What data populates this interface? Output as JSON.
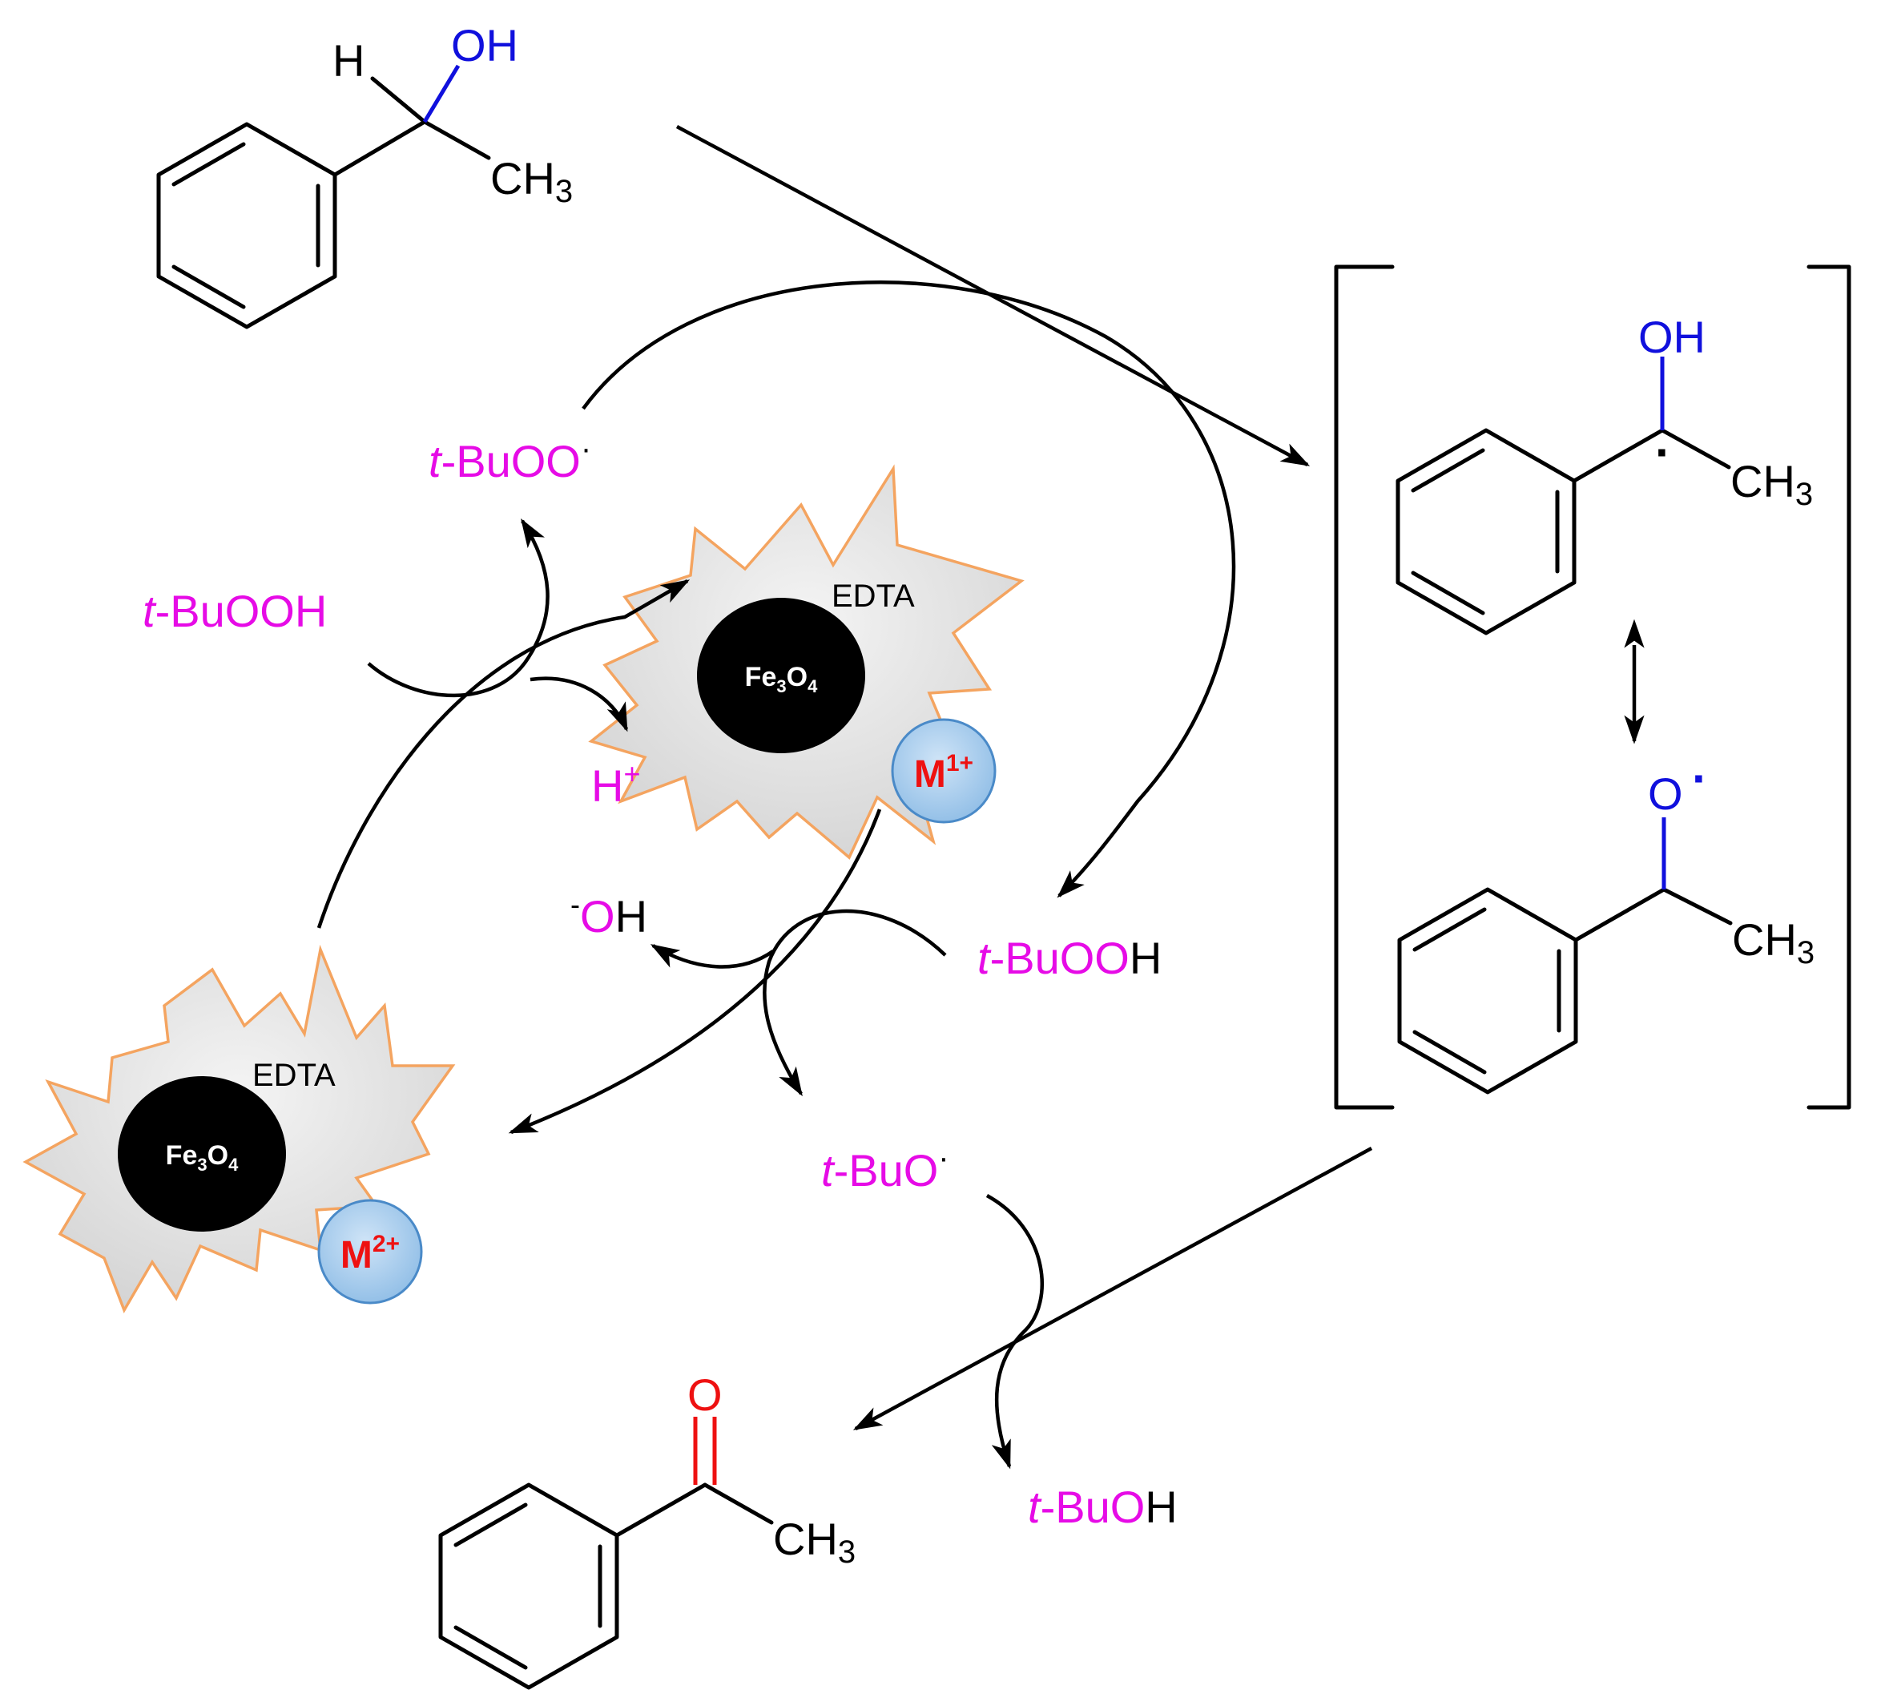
{
  "colors": {
    "reagent": "#e60be6",
    "hydroxyl": "#1010dd",
    "carbonyl": "#ee1111",
    "particle_core": "#000000",
    "particle_shell": "#e6e6e6",
    "shell_outline": "#f4a460",
    "metal_fill": "#a9cdec",
    "metal_outline": "#4a8ac8",
    "metal_label": "#ee1111"
  },
  "substrate": {
    "h": "H",
    "oh": "OH",
    "ch3": "CH",
    "ch3_sub": "3"
  },
  "intermediate_upper": {
    "oh": "OH",
    "ch3": "CH",
    "ch3_sub": "3",
    "radical_dot": "·"
  },
  "intermediate_lower": {
    "o": "O",
    "radical_dot": "·",
    "ch3": "CH",
    "ch3_sub": "3"
  },
  "product": {
    "o": "O",
    "ch3": "CH",
    "ch3_sub": "3"
  },
  "species": {
    "tbuoo_radical": {
      "t": "t",
      "rest": "-BuOO",
      "sup": "·"
    },
    "tbuooh_left": {
      "t": "t",
      "rest": "-BuOOH"
    },
    "h_plus": {
      "base": "H",
      "sup": "+"
    },
    "hydroxide": {
      "sup": "-",
      "o": "O",
      "h": "H"
    },
    "tbuooh_right": {
      "t": "t",
      "rest": "-BuOO",
      "h": "H"
    },
    "tbuo_radical": {
      "t": "t",
      "rest": "-BuO",
      "sup": "·"
    },
    "tbuoh": {
      "t": "t",
      "rest": "-BuO",
      "h": "H"
    }
  },
  "catalyst_upper": {
    "shell_label": "EDTA",
    "core": {
      "fe": "Fe",
      "sub1": "3",
      "o": "O",
      "sub2": "4"
    },
    "metal": {
      "m": "M",
      "sup": "1+"
    }
  },
  "catalyst_lower": {
    "shell_label": "EDTA",
    "core": {
      "fe": "Fe",
      "sub1": "3",
      "o": "O",
      "sub2": "4"
    },
    "metal": {
      "m": "M",
      "sup": "2+"
    }
  }
}
